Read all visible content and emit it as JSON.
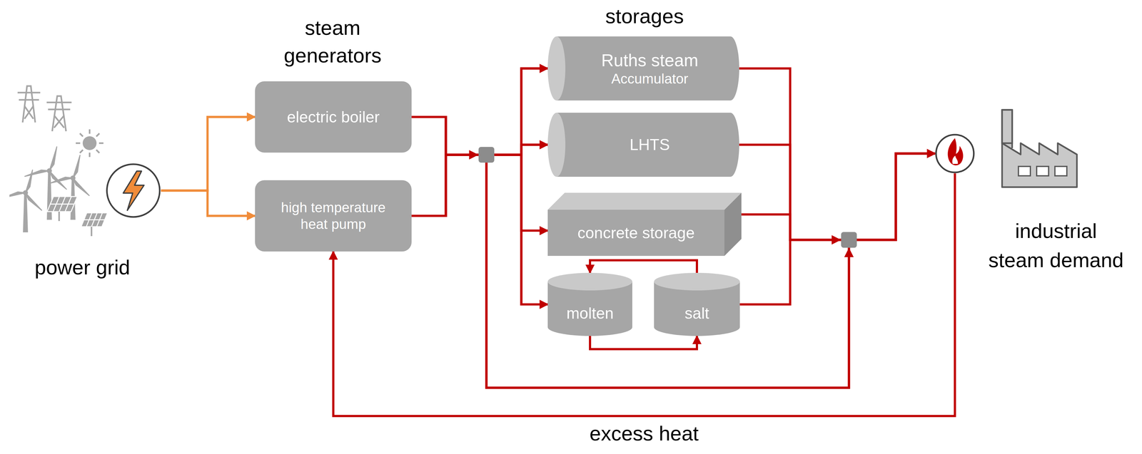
{
  "diagram": {
    "nodes": [
      {
        "text": [
          "power grid"
        ]
      },
      {
        "text": [
          "electric boiler"
        ]
      },
      {
        "text": [
          "high temperature heat pump"
        ]
      },
      {
        "text": [
          "Ruths steam",
          "Accumulator"
        ]
      },
      {
        "text": [
          "LHTS"
        ]
      },
      {
        "text": [
          "concrete storage"
        ]
      },
      {
        "text": [
          "molten"
        ]
      },
      {
        "text": [
          "salt"
        ]
      },
      {
        "text": [
          "industrial steam demand"
        ]
      }
    ],
    "edges": [
      {
        "from": 0,
        "to": 1,
        "arrow": "to"
      },
      {
        "from": 0,
        "to": 2,
        "arrow": "to"
      },
      {
        "from": 1,
        "to": 3,
        "arrow": "to"
      },
      {
        "from": 1,
        "to": 4,
        "arrow": "to"
      },
      {
        "from": 1,
        "to": 5,
        "arrow": "to"
      },
      {
        "from": 1,
        "to": 6,
        "arrow": "to"
      },
      {
        "from": 1,
        "to": 8,
        "arrow": "to"
      },
      {
        "from": 2,
        "to": 3,
        "arrow": "to"
      },
      {
        "from": 2,
        "to": 4,
        "arrow": "to"
      },
      {
        "from": 2,
        "to": 5,
        "arrow": "to"
      },
      {
        "from": 2,
        "to": 6,
        "arrow": "to"
      },
      {
        "from": 2,
        "to": 8,
        "arrow": "to"
      },
      {
        "from": 6,
        "to": 7,
        "arrow": "to"
      },
      {
        "from": 7,
        "to": 6,
        "arrow": "to"
      },
      {
        "from": 3,
        "to": 8,
        "arrow": "to"
      },
      {
        "from": 4,
        "to": 8,
        "arrow": "to"
      },
      {
        "from": 5,
        "to": 8,
        "arrow": "to"
      },
      {
        "from": 7,
        "to": 8,
        "arrow": "to"
      },
      {
        "from": 8,
        "to": 2,
        "label": "excess heat",
        "arrow": "to"
      }
    ],
    "labels": [
      "steam generators",
      "storages"
    ]
  }
}
